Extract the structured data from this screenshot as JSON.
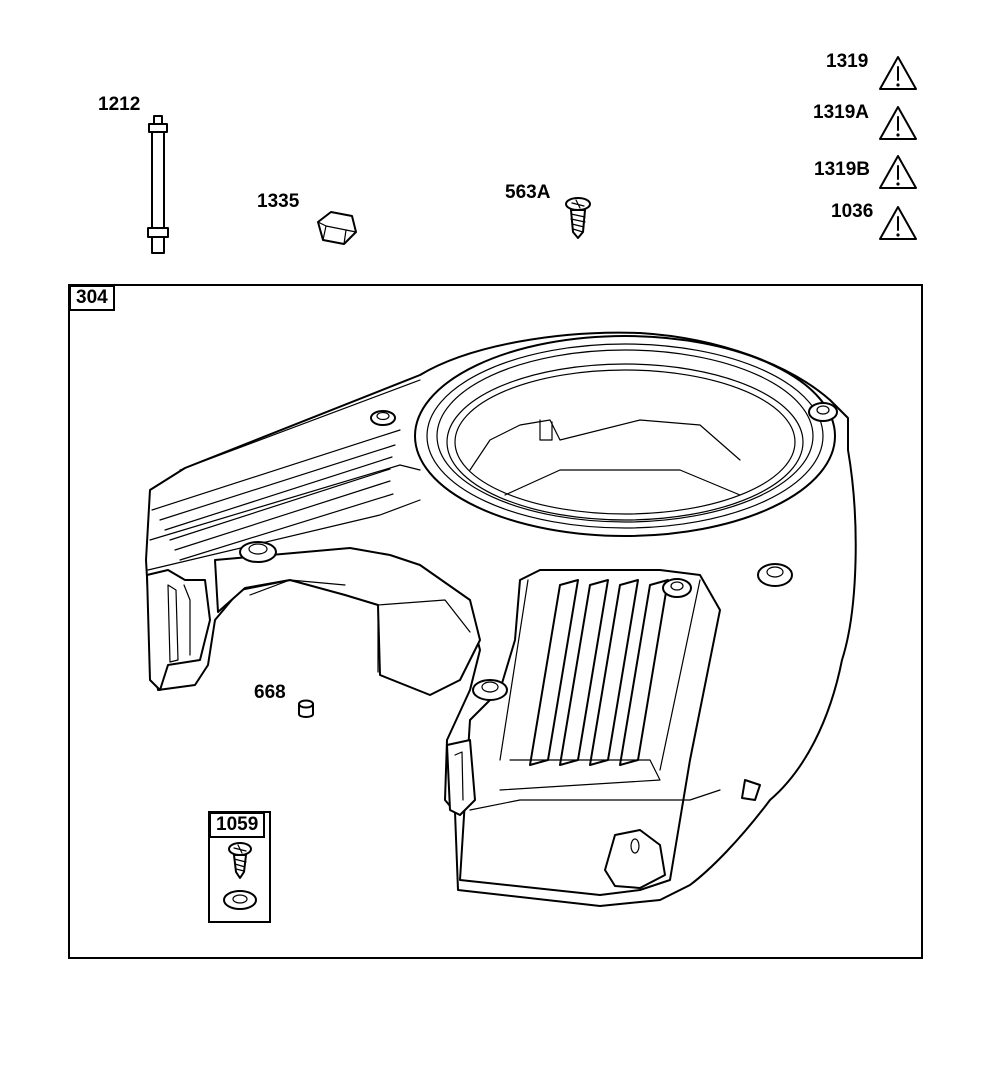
{
  "parts": {
    "p1212": "1212",
    "p1335": "1335",
    "p563a": "563A",
    "p1319": "1319",
    "p1319a": "1319A",
    "p1319b": "1319B",
    "p1036": "1036",
    "p304": "304",
    "p668": "668",
    "p1059": "1059"
  },
  "icons": {
    "warning": "warning-triangle-icon"
  },
  "colors": {
    "line": "#000000",
    "background": "#ffffff"
  }
}
